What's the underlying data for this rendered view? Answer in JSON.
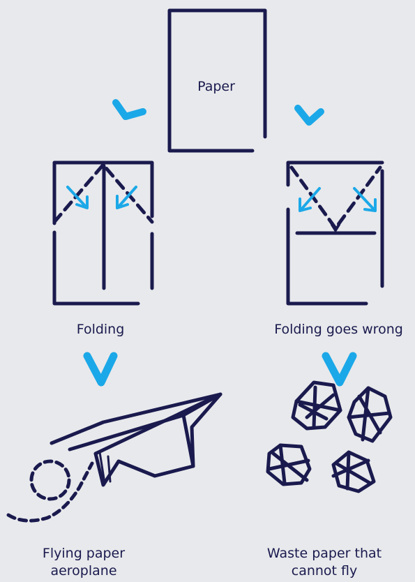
{
  "labels": {
    "paper": "Paper",
    "folding": "Folding",
    "folding_wrong": "Folding goes wrong",
    "plane_line1": "Flying paper",
    "plane_line2": "aeroplane",
    "waste_line1": "Waste paper that",
    "waste_line2": "cannot fly"
  },
  "colors": {
    "background": "#e8e9ec",
    "ink": "#1a1a4e",
    "accent": "#1ba8e8"
  }
}
